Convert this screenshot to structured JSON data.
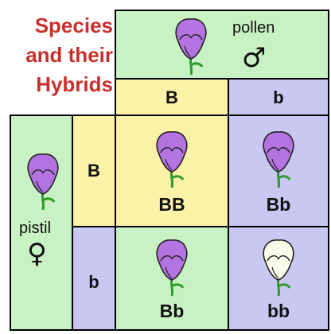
{
  "caption": {
    "line1": "Species",
    "line2": "and their",
    "line3": "Hybrids"
  },
  "pollen": {
    "label": "pollen",
    "symbol": "♂"
  },
  "pistil": {
    "label": "pistil",
    "symbol": "♀"
  },
  "columns": [
    {
      "allele": "B"
    },
    {
      "allele": "b"
    }
  ],
  "rows": [
    {
      "allele": "B"
    },
    {
      "allele": "b"
    }
  ],
  "cells": [
    {
      "genotype": "BB",
      "flower": "purple"
    },
    {
      "genotype": "Bb",
      "flower": "purple"
    },
    {
      "genotype": "Bb",
      "flower": "purple"
    },
    {
      "genotype": "bb",
      "flower": "white"
    }
  ],
  "colors": {
    "purple_flower": "#b373e0",
    "white_flower": "#fafbe8",
    "stem": "#2f9a2f",
    "green_cell": "#c9f2c4",
    "yellow_cell": "#fbf2a7",
    "blue_cell": "#c8c8f2",
    "caption_red": "#c9302c"
  }
}
